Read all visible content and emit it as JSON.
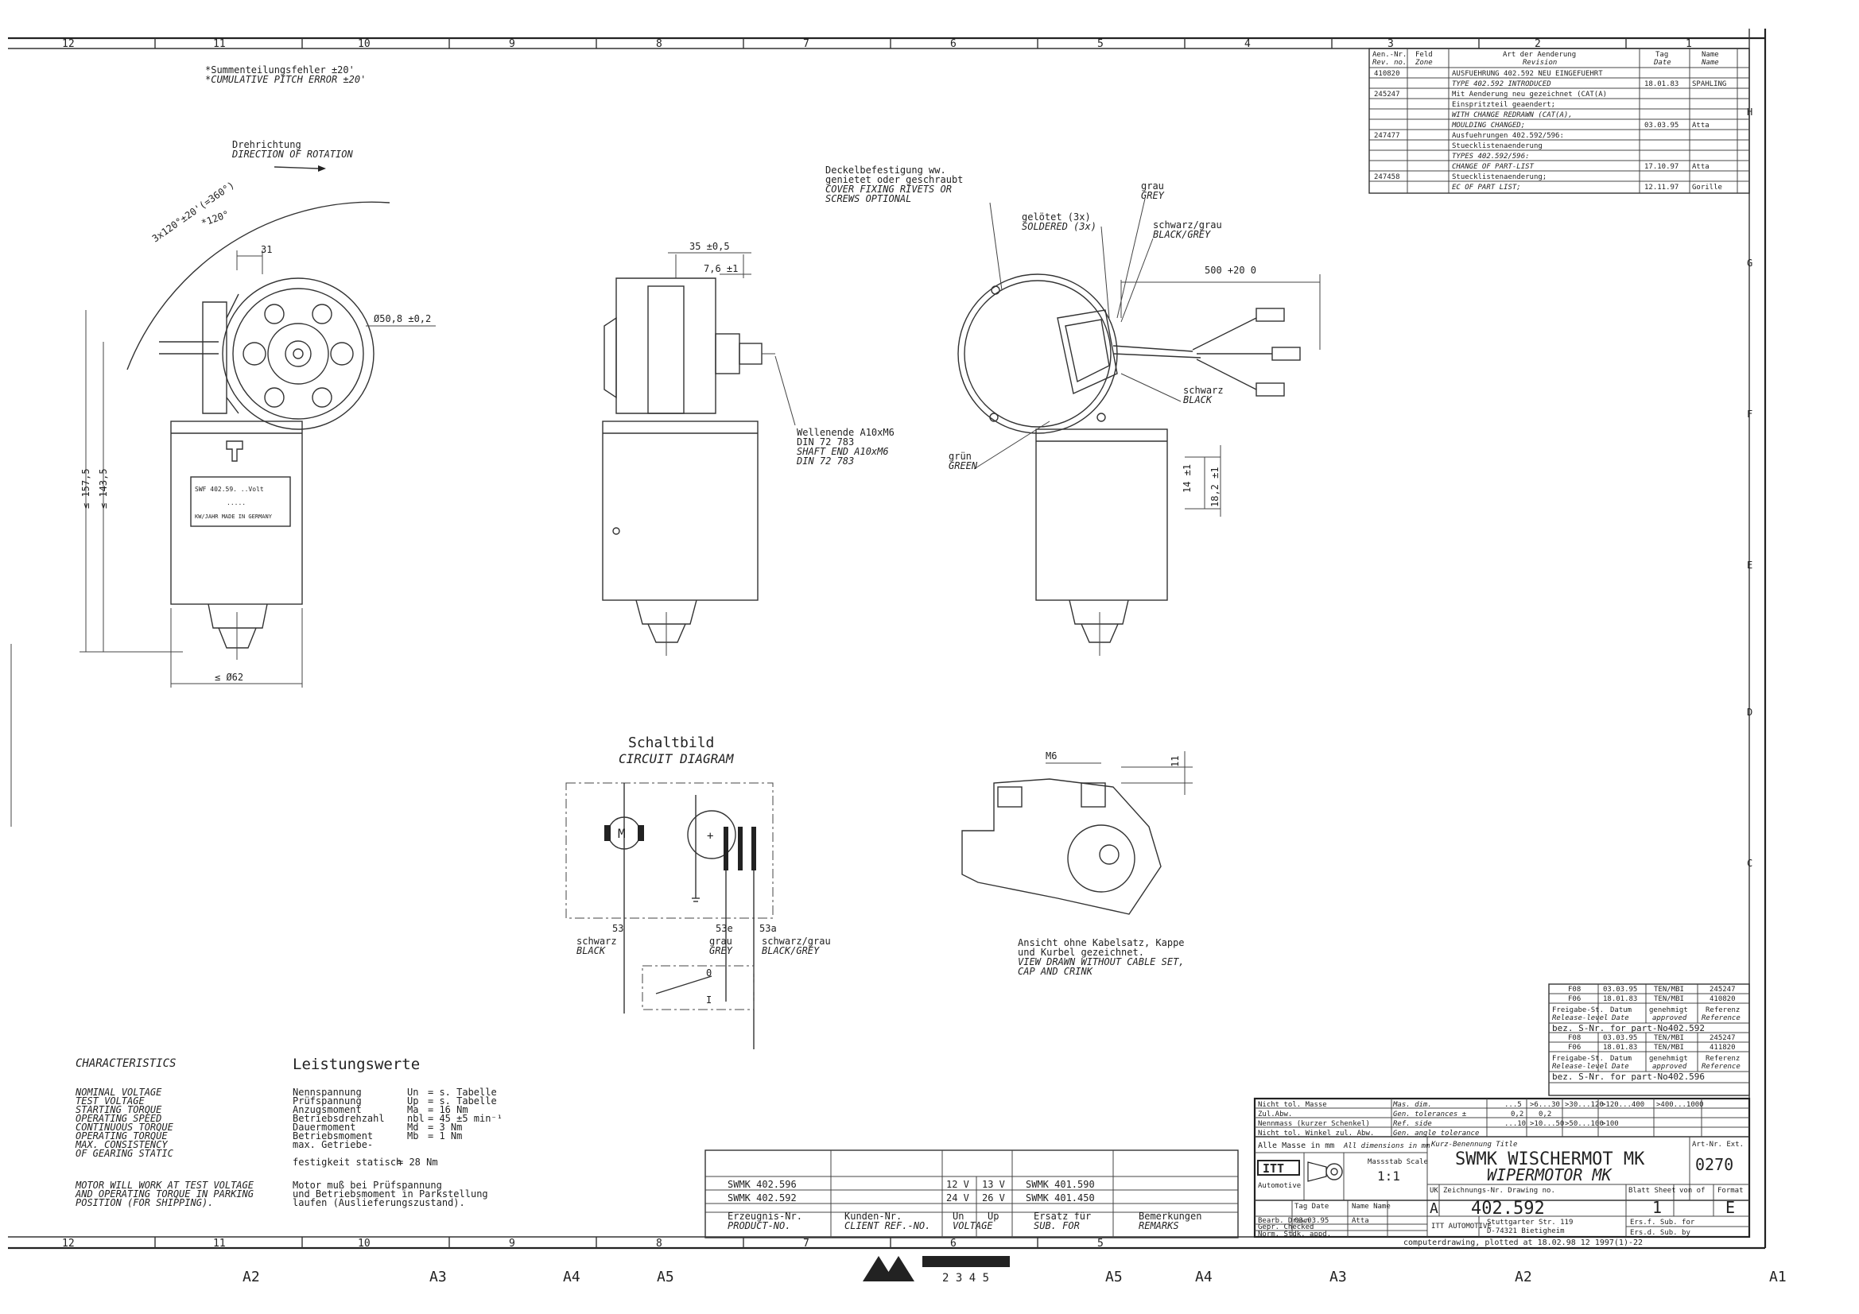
{
  "border": {
    "top_columns": [
      "12",
      "11",
      "10",
      "9",
      "8",
      "7",
      "6",
      "5",
      "4",
      "3",
      "2",
      "1"
    ],
    "bottom_columns": [
      "12",
      "11",
      "10",
      "9",
      "8",
      "7",
      "6",
      "5"
    ],
    "side_rows": [
      "H",
      "G",
      "F",
      "E",
      "D",
      "C"
    ],
    "bottom_marks": [
      "A2",
      "A3",
      "A4",
      "A5",
      "A5",
      "A4",
      "A3",
      "A2",
      "A1"
    ]
  },
  "notes": {
    "pitch_de": "*Summenteilungsfehler ±20'",
    "pitch_en": "*CUMULATIVE PITCH ERROR ±20'",
    "rotation_de": "Drehrichtung",
    "rotation_en": "DIRECTION OF ROTATION"
  },
  "view1": {
    "angle_label": "3x120°±20'(=360°)",
    "angle_label2": "*120°",
    "dim_31": "31",
    "dim_diam": "Ø50,8 ±0,2",
    "dim_157": "≤ 157,5",
    "dim_143": "≤ 143,5",
    "dim_62": "≤ Ø62",
    "plate_l1": "SWF 402.59.   ..Volt",
    "plate_l2": ".....",
    "plate_l3": "KW/JAHR MADE IN GERMANY"
  },
  "view2": {
    "dim_35": "35 ±0,5",
    "dim_76": "7,6 ±1",
    "shaft_de1": "Wellenende A10xM6",
    "shaft_de2": "DIN 72 783",
    "shaft_en1": "SHAFT END A10xM6",
    "shaft_en2": "DIN 72 783"
  },
  "view3": {
    "cover_de1": "Deckelbefestigung ww.",
    "cover_de2": "genietet oder geschraubt",
    "cover_en1": "COVER FIXING RIVETS OR",
    "cover_en2": "SCREWS OPTIONAL",
    "soldered_de": "gelötet (3x)",
    "soldered_en": "SOLDERED (3x)",
    "grey_de": "grau",
    "grey_en": "GREY",
    "bg_de": "schwarz/grau",
    "bg_en": "BLACK/GREY",
    "black_de": "schwarz",
    "black_en": "BLACK",
    "green_de": "grün",
    "green_en": "GREEN",
    "dim_500": "500 +20 0",
    "dim_14": "14 ±1",
    "dim_18": "18,2 ±1"
  },
  "circuit": {
    "title_de": "Schaltbild",
    "title_en": "CIRCUIT DIAGRAM",
    "motor": "M",
    "t53": "53",
    "t53e": "53e",
    "t53a": "53a",
    "c1_de": "schwarz",
    "c1_en": "BLACK",
    "c2_de": "grau",
    "c2_en": "GREY",
    "c3_de": "schwarz/grau",
    "c3_en": "BLACK/GREY",
    "sw0": "0",
    "sw1": "I"
  },
  "view4": {
    "m6": "M6",
    "dim_11": "11",
    "note_de1": "Ansicht ohne Kabelsatz, Kappe",
    "note_de2": "und Kurbel gezeichnet.",
    "note_en1": "VIEW DRAWN WITHOUT CABLE SET,",
    "note_en2": "CAP AND CRINK"
  },
  "characteristics": {
    "title_en": "CHARACTERISTICS",
    "title_de": "Leistungswerte",
    "rows": [
      {
        "en": "NOMINAL VOLTAGE",
        "de": "Nennspannung",
        "sym": "Un",
        "val": "= s. Tabelle"
      },
      {
        "en": "TEST VOLTAGE",
        "de": "Prüfspannung",
        "sym": "Up",
        "val": "= s. Tabelle"
      },
      {
        "en": "STARTING TORQUE",
        "de": "Anzugsmoment",
        "sym": "Ma",
        "val": "= 16 Nm"
      },
      {
        "en": "OPERATING SPEED",
        "de": "Betriebsdrehzahl",
        "sym": "nbl",
        "val": "= 45 ±5 min⁻¹"
      },
      {
        "en": "CONTINUOUS TORQUE",
        "de": "Dauermoment",
        "sym": "Md",
        "val": "= 3 Nm"
      },
      {
        "en": "OPERATING TORQUE",
        "de": "Betriebsmoment",
        "sym": "Mb",
        "val": "= 1 Nm"
      },
      {
        "en": "MAX. CONSISTENCY",
        "de": "max. Getriebe-",
        "sym": "",
        "val": ""
      },
      {
        "en": "OF GEARING STATIC",
        "de": "festigkeit statisch",
        "sym": "",
        "val": "= 28 Nm"
      }
    ],
    "foot_en1": "MOTOR WILL WORK AT TEST VOLTAGE",
    "foot_en2": "AND OPERATING TORQUE IN PARKING",
    "foot_en3": "POSITION (FOR SHIPPING).",
    "foot_de1": "Motor muß bei Prüfspannung",
    "foot_de2": "und Betriebsmoment in Parkstellung",
    "foot_de3": "laufen (Auslieferungszustand)."
  },
  "parts_table": {
    "rows": [
      {
        "prod": "SWMK 402.596",
        "client": "",
        "un": "12 V",
        "up": "13 V",
        "sub": "SWMK 401.590",
        "rem": ""
      },
      {
        "prod": "SWMK 402.592",
        "client": "",
        "un": "24 V",
        "up": "26 V",
        "sub": "SWMK 401.450",
        "rem": ""
      }
    ],
    "h_prod_de": "Erzeugnis-Nr.",
    "h_prod_en": "PRODUCT-NO.",
    "h_client_de": "Kunden-Nr.",
    "h_client_en": "CLIENT REF.-NO.",
    "h_un": "Un",
    "h_up": "Up",
    "h_volt": "VOLTAGE",
    "h_sub_de": "Ersatz für",
    "h_sub_en": "SUB. FOR",
    "h_rem_de": "Bemerkungen",
    "h_rem_en": "REMARKS"
  },
  "revisions": {
    "h_no": "Aen.-Nr.",
    "h_no2": "Rev. no.",
    "h_field": "Feld",
    "h_zone": "Zone",
    "h_art": "Art der Aenderung",
    "h_rev": "Revision",
    "h_date": "Tag",
    "h_date2": "Date",
    "h_name": "Name",
    "h_name2": "Name",
    "rows": [
      {
        "no": "410820",
        "text": "AUSFUEHRUNG 402.592 NEU EINGEFUEHRT",
        "date": "",
        "name": ""
      },
      {
        "no": "",
        "text": "TYPE 402.592 INTRODUCED",
        "date": "18.01.83",
        "name": "SPAHLING"
      },
      {
        "no": "245247",
        "text": "Mit Aenderung neu gezeichnet (CAT(A)",
        "date": "",
        "name": ""
      },
      {
        "no": "",
        "text": "Einspritzteil geaendert;",
        "date": "",
        "name": ""
      },
      {
        "no": "",
        "text": "WITH CHANGE REDRAWN (CAT(A),",
        "date": "",
        "name": ""
      },
      {
        "no": "",
        "text": "MOULDING CHANGED;",
        "date": "03.03.95",
        "name": "Atta"
      },
      {
        "no": "247477",
        "text": "Ausfuehrungen 402.592/596:",
        "date": "",
        "name": ""
      },
      {
        "no": "",
        "text": "Stuecklistenaenderung",
        "date": "",
        "name": ""
      },
      {
        "no": "",
        "text": "TYPES 402.592/596:",
        "date": "",
        "name": ""
      },
      {
        "no": "",
        "text": "CHANGE OF PART-LIST",
        "date": "17.10.97",
        "name": "Atta"
      },
      {
        "no": "247458",
        "text": "Stuecklistenaenderung;",
        "date": "",
        "name": ""
      },
      {
        "no": "",
        "text": "EC OF PART LIST;",
        "date": "12.11.97",
        "name": "Gorille"
      }
    ]
  },
  "release": {
    "block1": [
      {
        "a": "F08",
        "b": "03.03.95",
        "c": "TEN/MBI",
        "d": "245247"
      },
      {
        "a": "F06",
        "b": "18.01.83",
        "c": "TEN/MBI",
        "d": "410820"
      }
    ],
    "hdr_a": "Freigabe-St.",
    "hdr_a2": "Release-level",
    "hdr_b": "Datum",
    "hdr_b2": "Date",
    "hdr_c": "genehmigt",
    "hdr_c2": "approved",
    "hdr_d": "Referenz",
    "hdr_d2": "Reference",
    "bez1": "bez. S-Nr. for part-No402.592",
    "block2": [
      {
        "a": "F08",
        "b": "03.03.95",
        "c": "TEN/MBI",
        "d": "245247"
      },
      {
        "a": "F06",
        "b": "18.01.83",
        "c": "TEN/MBI",
        "d": "411820"
      }
    ],
    "bez2": "bez. S-Nr. for part-No402.596"
  },
  "title_block": {
    "tol1": "Nicht tol. Masse",
    "tol2": "Zul.Abw.",
    "tol3": "Nennmass (kurzer Schenkel)",
    "tol4": "Nicht tol. Winkel zul. Abw.",
    "tol1b": "Mas. dim.",
    "tol2b": "Gen. tolerances ±",
    "tol3b": "Ref. side",
    "tol4b": "Gen. angle tolerance",
    "r1": [
      "...5",
      ">6...30",
      ">30...120",
      ">120...400",
      ">400...1000"
    ],
    "r2": [
      "0,2",
      "0,2"
    ],
    "r3": [
      "...10",
      ">10...50",
      ">50...100",
      ">100"
    ],
    "alle": "Alle Masse in mm",
    "alle_en": "All dimensions in mm",
    "itt": "ITT",
    "automotive": "Automotive",
    "scale_lbl": "Massstab Scale",
    "scale": "1:1",
    "kurz": "Kurz-Benennung Title",
    "title1": "SWMK WISCHERMOT MK",
    "title2": "WIPERMOTOR MK",
    "art_lbl": "Art-Nr. Ext.",
    "art": "0270",
    "uk": "UK",
    "uk_val": "A",
    "zeich_lbl": "Zeichnungs-Nr. Drawing no.",
    "drawing_no": "402.592",
    "blatt_lbl": "Blatt Sheet",
    "blatt": "1",
    "von_lbl": "von of",
    "format_lbl": "Format",
    "format": "E",
    "bearb": "Bearb. Drawn",
    "gepr": "Gepr. Checked",
    "norm": "Norm. Stdk. appd.",
    "tag": "Tag Date",
    "name": "Name Name",
    "drawn_date": "03.03.95",
    "drawn_name": "Atta",
    "company": "ITT AUTOMOTIVE",
    "addr1": "Stuttgarter Str. 119",
    "addr2": "D-74321 Bietigheim",
    "ers": "Ers.f.  Sub. for",
    "ersd": "Ers.d.  Sub. by",
    "plot": "computerdrawing, plotted at 18.02.98 12 1997(1)-22"
  }
}
